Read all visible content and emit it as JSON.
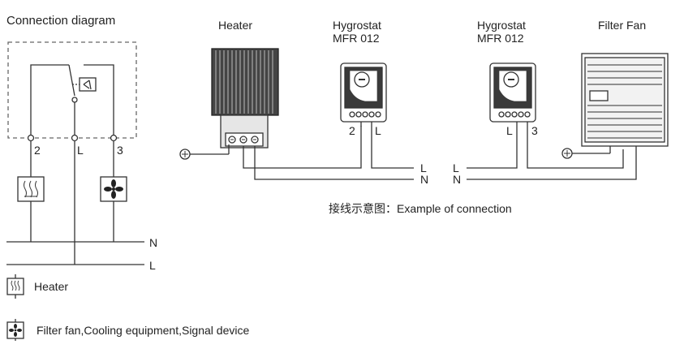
{
  "schematic": {
    "title": "Connection diagram",
    "terminal_labels": [
      "2",
      "L",
      "3"
    ],
    "bus_labels": [
      "N",
      "L"
    ]
  },
  "legend": {
    "heater": "Heater",
    "fan": "Filter fan,Cooling equipment,Signal device"
  },
  "wiring": {
    "heater_title": "Heater",
    "hygrostat_1_title_line1": "Hygrostat",
    "hygrostat_1_title_line2": "MFR 012",
    "hygrostat_1_terminals": [
      "2",
      "L"
    ],
    "hygrostat_2_title_line1": "Hygrostat",
    "hygrostat_2_title_line2": "MFR 012",
    "hygrostat_2_terminals": [
      "L",
      "3"
    ],
    "filter_fan_title": "Filter Fan",
    "left_line_labels": [
      "L",
      "N"
    ],
    "right_line_labels": [
      "L",
      "N"
    ],
    "caption": "接线示意图：Example of connection"
  }
}
